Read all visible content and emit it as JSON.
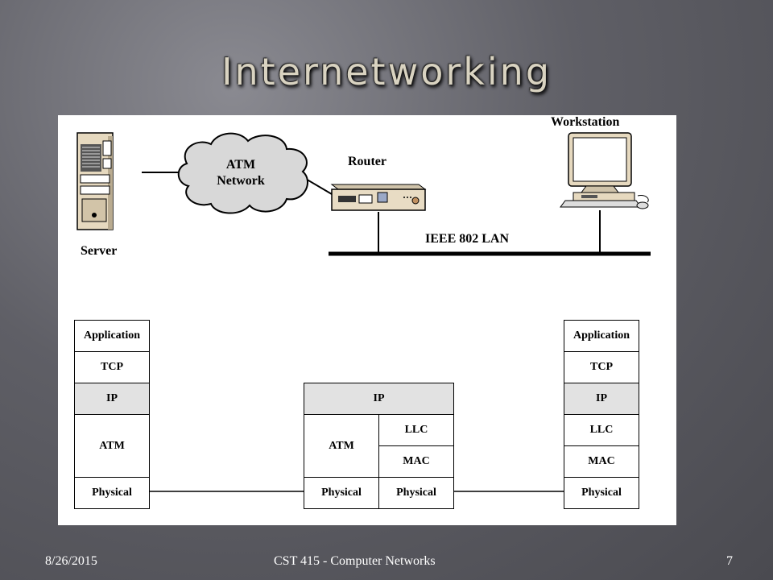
{
  "slide": {
    "title": "Internetworking",
    "footer_date": "8/26/2015",
    "footer_course": "CST 415 - Computer Networks",
    "footer_page": "7"
  },
  "diagram": {
    "server_label": "Server",
    "router_label": "Router",
    "workstation_label": "Workstation",
    "atm_cloud_line1": "ATM",
    "atm_cloud_line2": "Network",
    "lan_label": "IEEE 802 LAN"
  },
  "stacks": {
    "server": {
      "application": "Application",
      "tcp": "TCP",
      "ip": "IP",
      "atm": "ATM",
      "physical": "Physical"
    },
    "router": {
      "ip": "IP",
      "atm": "ATM",
      "llc": "LLC",
      "mac": "MAC",
      "physical_left": "Physical",
      "physical_right": "Physical"
    },
    "workstation": {
      "application": "Application",
      "tcp": "TCP",
      "ip": "IP",
      "llc": "LLC",
      "mac": "MAC",
      "physical": "Physical"
    }
  },
  "colors": {
    "shaded_cell": "#e2e2e2",
    "cloud_fill": "#d8d8d8",
    "device_fill": "#e8dcc4"
  }
}
